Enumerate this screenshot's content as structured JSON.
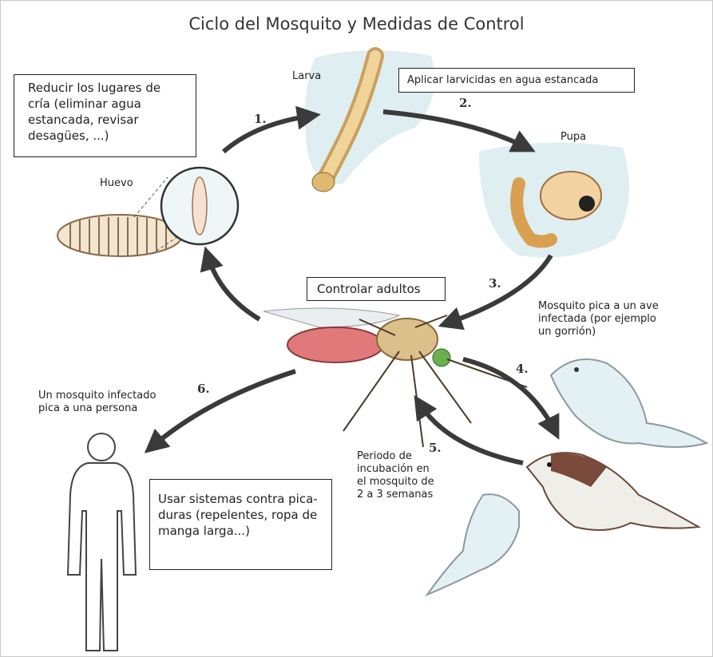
{
  "title": "Ciclo del Mosquito y Medidas de Control",
  "stages": {
    "huevo": "Huevo",
    "larva": "Larva",
    "pupa": "Pupa"
  },
  "steps": [
    "1.",
    "2.",
    "3.",
    "4.",
    "5.",
    "6."
  ],
  "measures": {
    "breeding": "Reducir los lugares de\ncría (eliminar agua\nestancada, revisar\ndesagües, ...)",
    "larvicide": "Aplicar larvicidas en agua estancada",
    "adults": "Controlar adultos",
    "repellent": "Usar sistemas contra pica-\nduras (repelentes, ropa de\nmanga larga...)"
  },
  "notes": {
    "bird_bite": "Mosquito pica a un ave\ninfectada (por ejemplo\nun gorrión)",
    "person_bite": "Un mosquito infectado\npica a una persona",
    "incubation": "Periodo de\nincubación en\nel mosquito de\n2 a 3 semanas"
  },
  "colors": {
    "arrow": "#3a3a3a",
    "water": "#cfe6ea",
    "larva": "#e8c98a",
    "mosquito_body": "#e07a7a",
    "mosquito_thorax": "#d8b880",
    "bird_pale": "#e4f1f4",
    "sparrow": "#7a4a3a"
  },
  "icons": [
    "egg-raft-icon",
    "larva-icon",
    "pupa-icon",
    "mosquito-icon",
    "bird-icon",
    "sparrow-icon",
    "person-icon"
  ]
}
